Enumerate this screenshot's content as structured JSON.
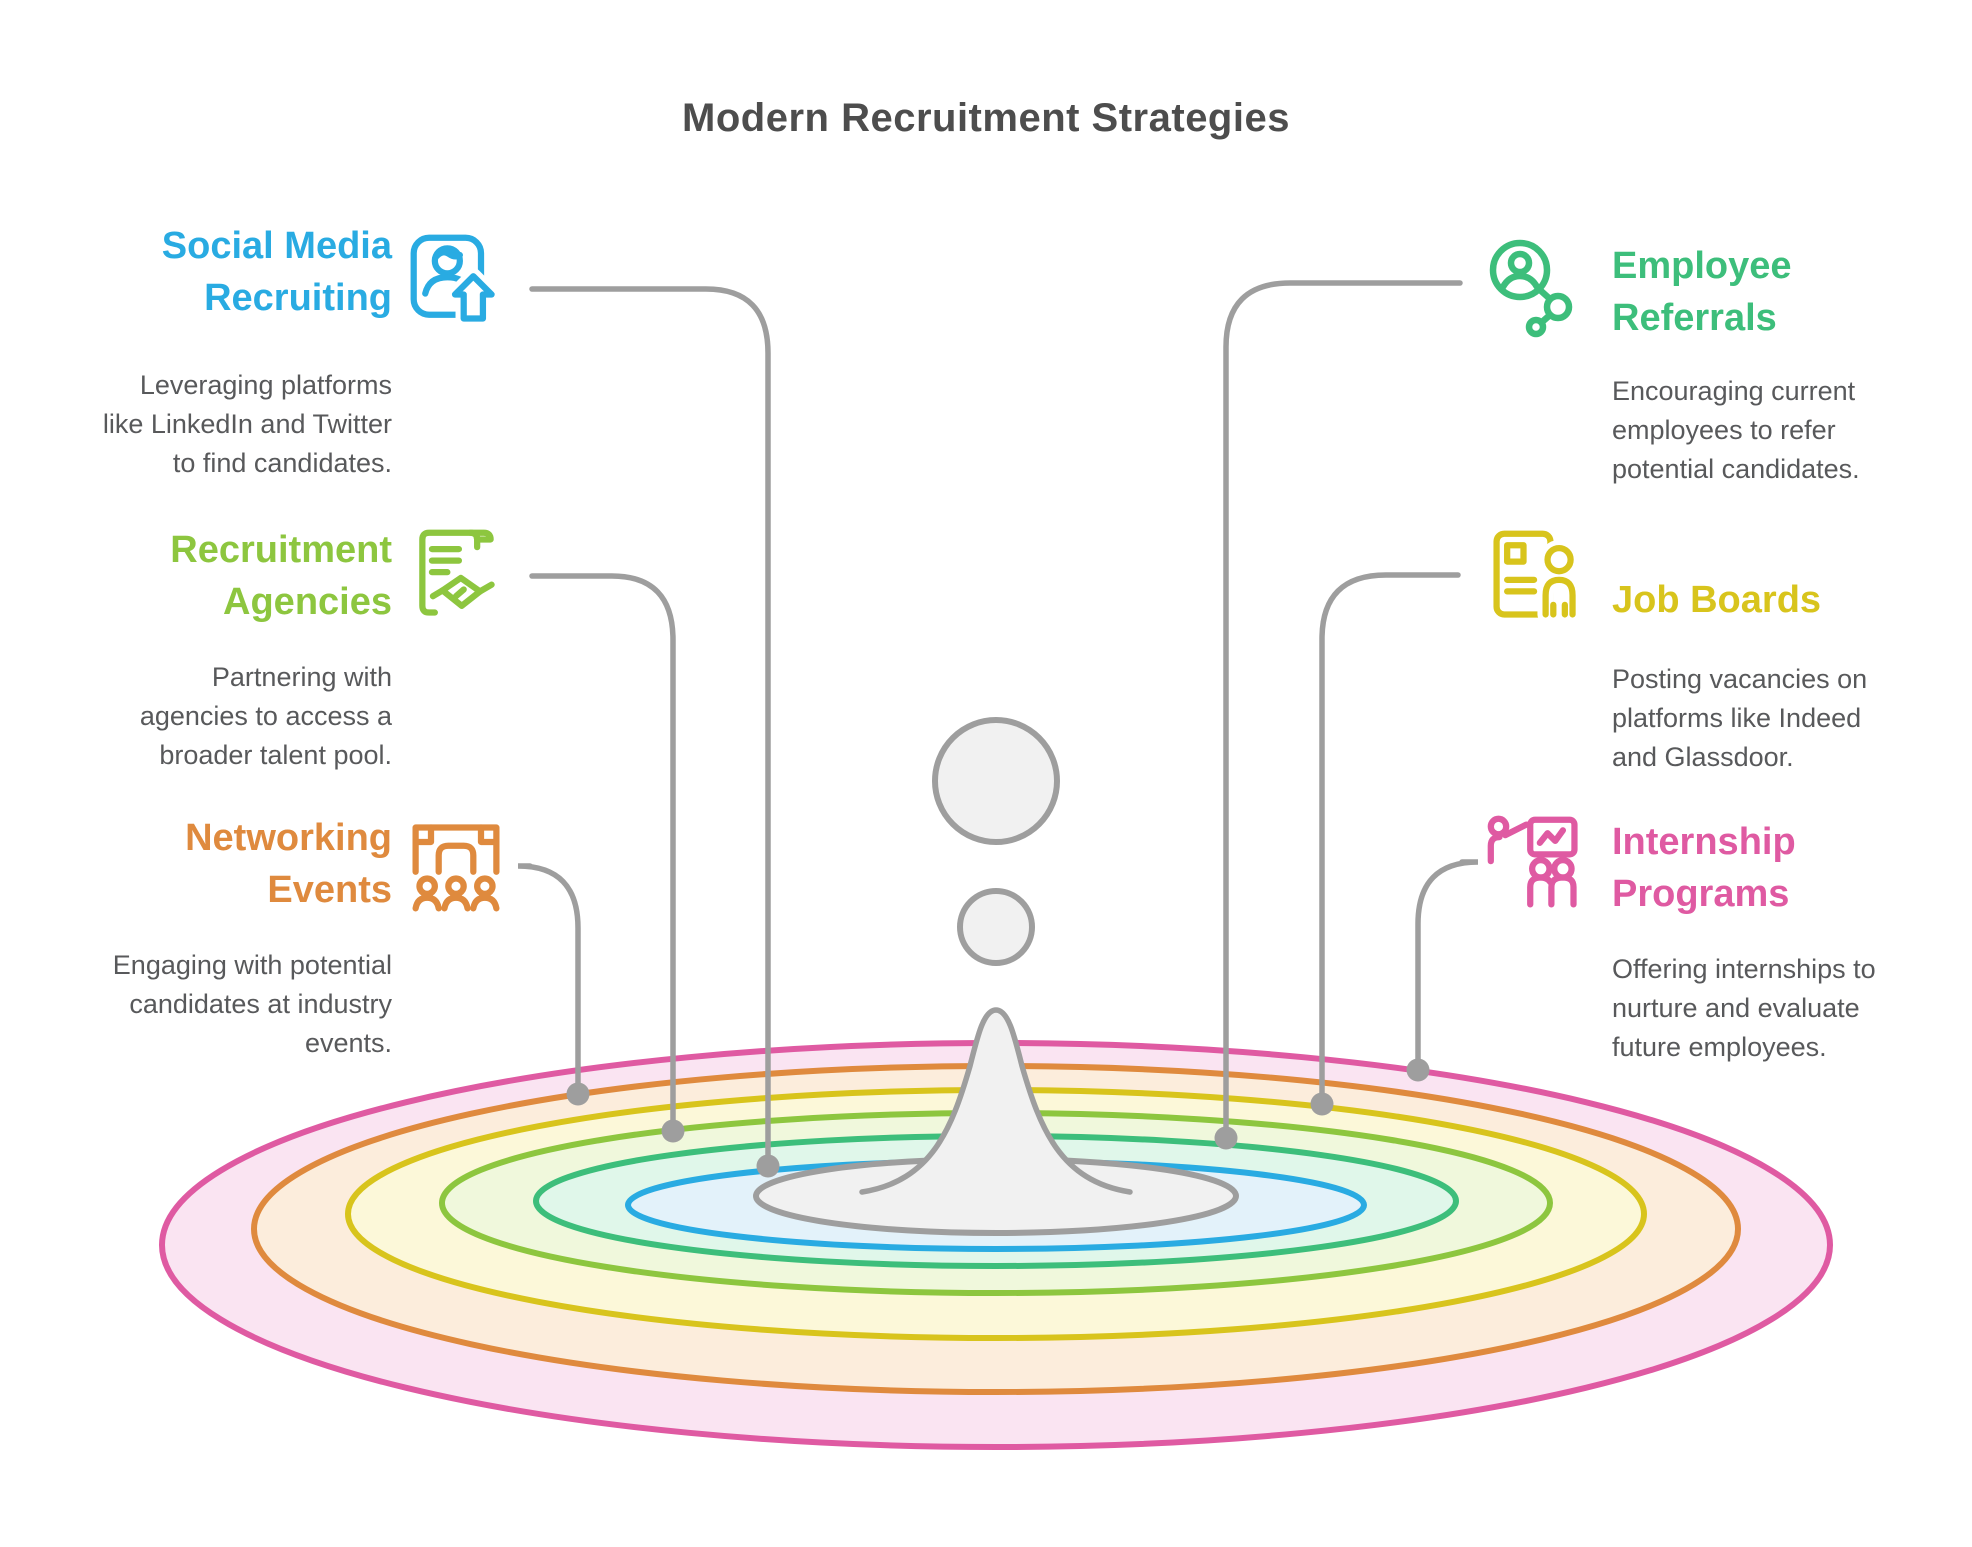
{
  "title": "Modern Recruitment Strategies",
  "colors": {
    "blue": "#29ABE2",
    "lime": "#8DC63F",
    "orange": "#DF8A3E",
    "emerald": "#3DBE7B",
    "yellow": "#D8C41C",
    "pink": "#DF5AA2",
    "gray": "#9E9E9E",
    "ink_title": "#4D4D4D",
    "ink_text": "#58595B",
    "blue_bg": "#E3F2FA",
    "emerald_bg": "#E0F7EA",
    "lime_bg": "#F0F8DC",
    "yellow_bg": "#FCF8D9",
    "orange_bg": "#FCEDDC",
    "pink_bg": "#FAE4F2",
    "drop_fill": "#F1F1F1"
  },
  "items": [
    {
      "id": "social-media-recruiting",
      "title": "Social Media\nRecruiting",
      "description": "Leveraging platforms\nlike LinkedIn and Twitter\nto find candidates.",
      "color": "#29ABE2",
      "side": "left",
      "ring_from_center": 1
    },
    {
      "id": "recruitment-agencies",
      "title": "Recruitment\nAgencies",
      "description": "Partnering with\nagencies to access a\nbroader talent pool.",
      "color": "#8DC63F",
      "side": "left",
      "ring_from_center": 3
    },
    {
      "id": "networking-events",
      "title": "Networking\nEvents",
      "description": "Engaging with potential\ncandidates at industry\nevents.",
      "color": "#DF8A3E",
      "side": "left",
      "ring_from_center": 5
    },
    {
      "id": "employee-referrals",
      "title": "Employee\nReferrals",
      "description": "Encouraging current\nemployees to refer\npotential candidates.",
      "color": "#3DBE7B",
      "side": "right",
      "ring_from_center": 2
    },
    {
      "id": "job-boards",
      "title": "Job Boards",
      "description": "Posting vacancies on\nplatforms like Indeed\nand Glassdoor.",
      "color": "#D8C41C",
      "side": "right",
      "ring_from_center": 4
    },
    {
      "id": "internship-programs",
      "title": "Internship\nPrograms",
      "description": "Offering internships to\nnurture and evaluate\nfuture employees.",
      "color": "#DF5AA2",
      "side": "right",
      "ring_from_center": 6
    }
  ],
  "diagram": {
    "type": "water-drop-ripple",
    "rings_from_center_outward": [
      "social-media-recruiting",
      "employee-referrals",
      "recruitment-agencies",
      "job-boards",
      "networking-events",
      "internship-programs"
    ]
  }
}
